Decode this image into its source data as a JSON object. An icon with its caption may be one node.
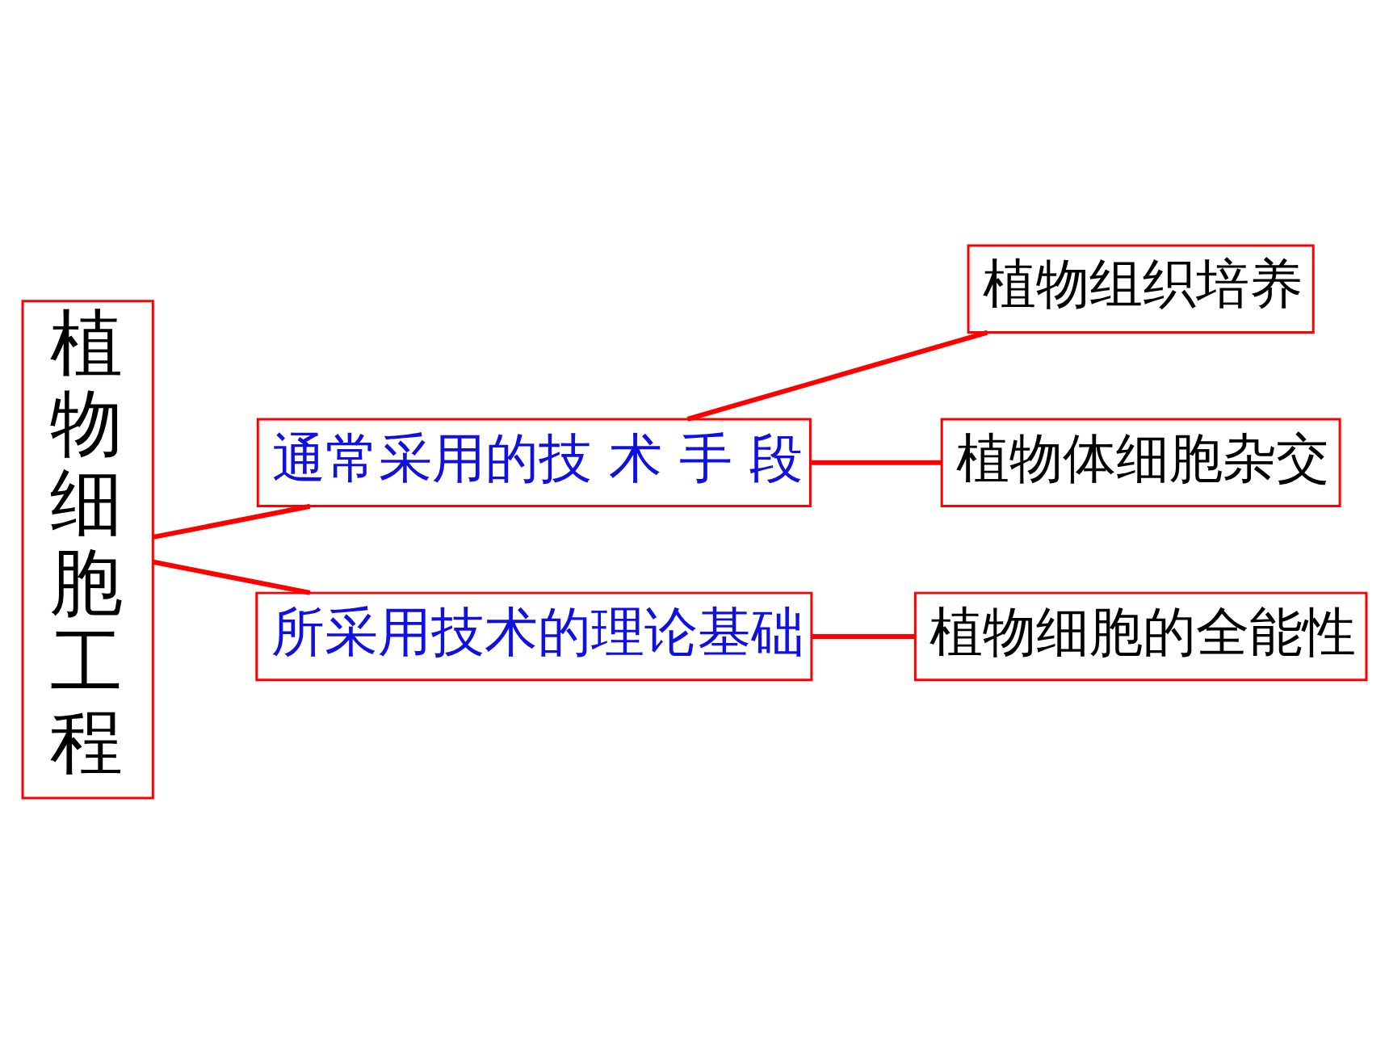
{
  "diagram": {
    "nodes": [
      {
        "text": [
          "植物细胞工程"
        ]
      },
      {
        "text": [
          "通常采用的技 术 手 段"
        ]
      },
      {
        "text": [
          "植物组织培养"
        ]
      },
      {
        "text": [
          "植物体细胞杂交"
        ]
      },
      {
        "text": [
          "所采用技术的理论基础"
        ]
      },
      {
        "text": [
          "植物细胞的全能性"
        ]
      }
    ],
    "edges": [
      {
        "from": 0,
        "to": 1,
        "arrow": "none"
      },
      {
        "from": 1,
        "to": 2,
        "arrow": "none"
      },
      {
        "from": 1,
        "to": 3,
        "arrow": "none"
      },
      {
        "from": 0,
        "to": 4,
        "arrow": "none"
      },
      {
        "from": 4,
        "to": 5,
        "arrow": "none"
      }
    ]
  }
}
